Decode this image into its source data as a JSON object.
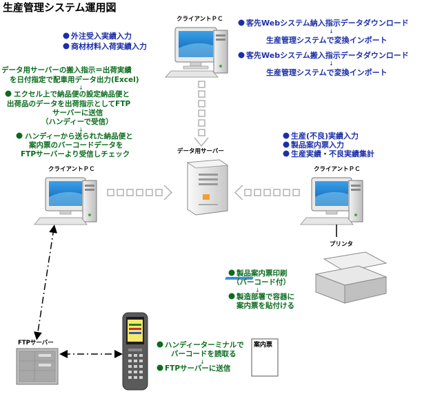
{
  "title": "生産管理システム運用図",
  "labels": {
    "client_pc": "クライアントＰＣ",
    "data_server": "データ用サーバー",
    "printer": "プリンタ",
    "ftp_server": "FTPサーバー",
    "slip": "案内票"
  },
  "top_center_notes": [
    "外注受入実績入力",
    "商材材料入荷実績入力"
  ],
  "top_right": {
    "item1": "客先Webシステム納入指示データダウンロード",
    "item1_sub": "生産管理システムで変換インポート",
    "item2": "客先Webシステム搬入指示データダウンロード",
    "item2_sub": "生産管理システムで変換インポート",
    "arrow": "↓"
  },
  "left_flow": {
    "line1": "データ用サーバーの搬入指示＝出荷実績",
    "line2": "を日付指定で配車用データ出力(Excel)",
    "arrow": "↓",
    "excel_line1": "エクセル上で納品便の設定納品便と",
    "excel_line2": "出荷品のデータを出荷指示としてFTP",
    "excel_line3": "サーバーに送信",
    "excel_line4": "（ハンディーで受信）",
    "handy_line1": "ハンディーから送られた納品便と",
    "handy_line2": "案内票のバーコードデータを",
    "handy_line3": "FTPサーバーより受信しチェック"
  },
  "right_notes": [
    "生産(不良)実績入力",
    "製品案内票入力",
    "生産実績・不良実績集計"
  ],
  "printer_notes": {
    "line1": "製品案内票印刷",
    "line2": "（バーコード付）",
    "arrow": "↓",
    "line3": "製造部署で容器に",
    "line4": "案内票を貼付ける"
  },
  "handy_notes": {
    "line1": "ハンディーターミナルで",
    "line2": "バーコードを読取る",
    "arrow": "↓",
    "line3": "FTPサーバーに送信"
  }
}
